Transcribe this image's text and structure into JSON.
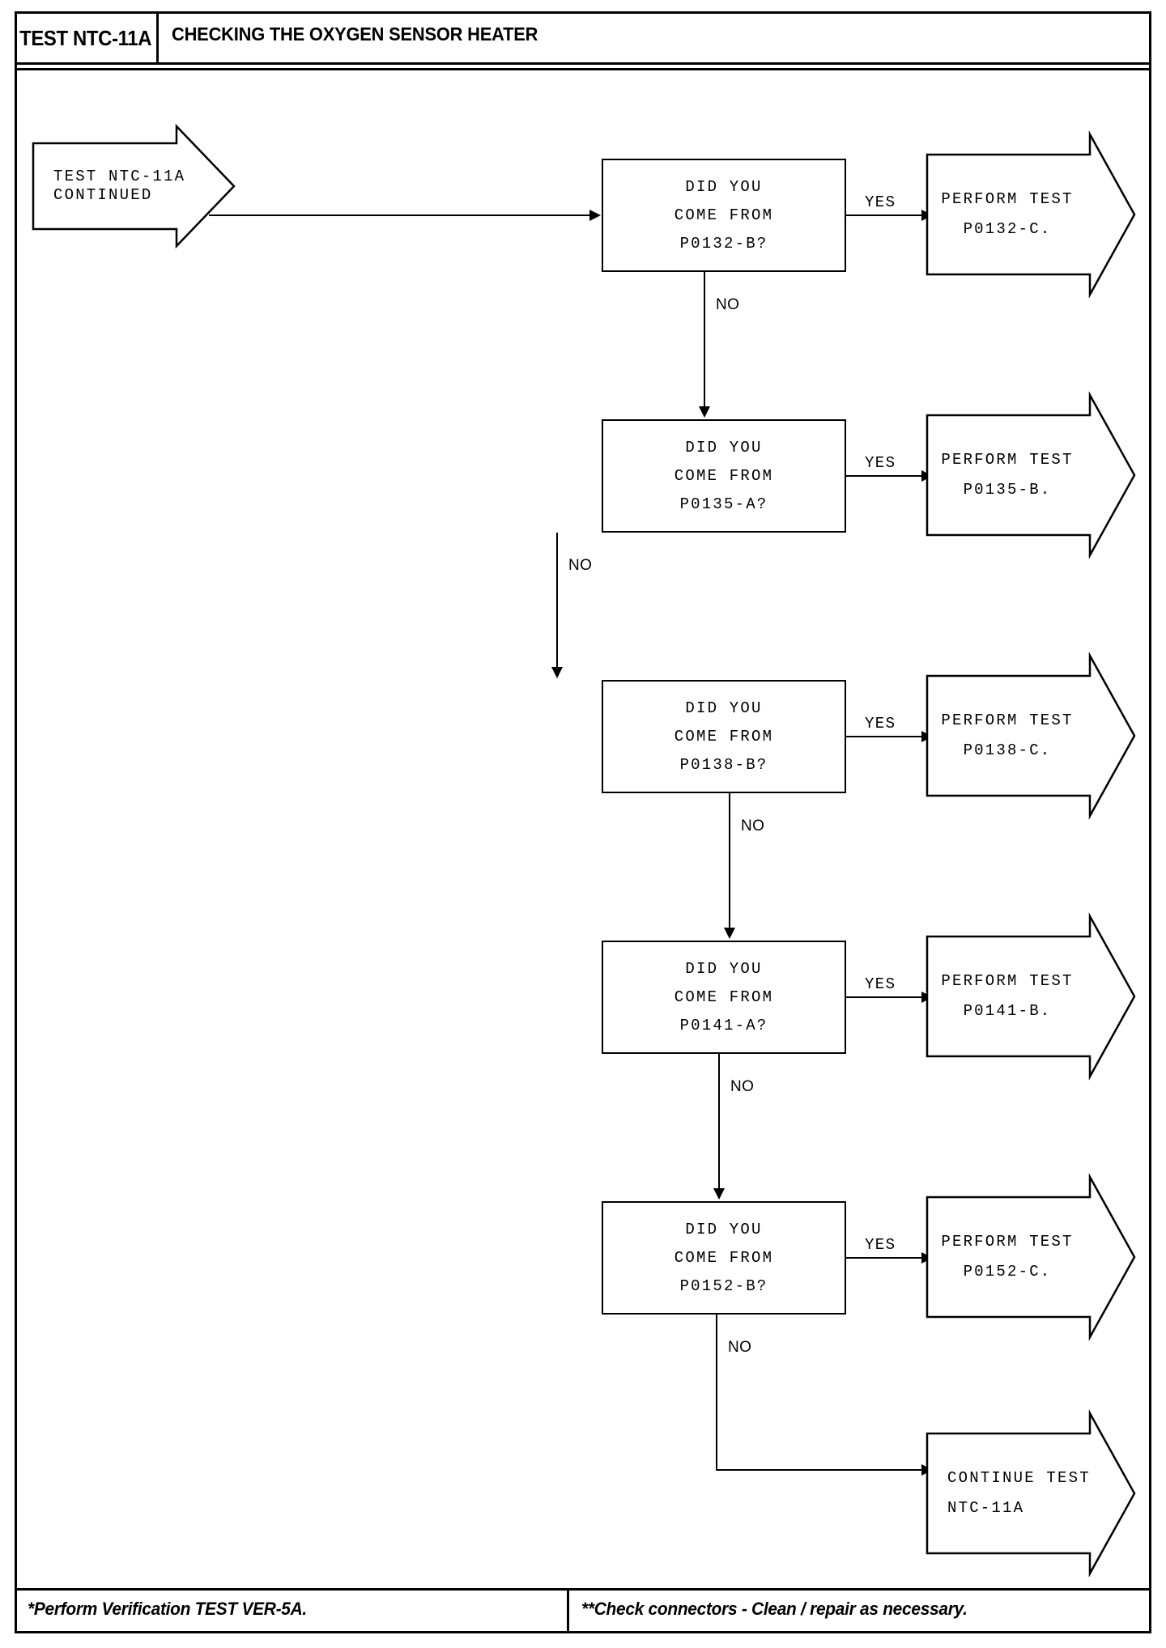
{
  "header": {
    "test_code": "TEST NTC-11A",
    "title": "CHECKING THE OXYGEN SENSOR HEATER"
  },
  "entry": {
    "line1": "TEST NTC-11A",
    "line2": "CONTINUED"
  },
  "branch_labels": {
    "yes": "YES",
    "no": "NO"
  },
  "steps": [
    {
      "question_line1": "DID YOU",
      "question_line2": "COME FROM",
      "question_line3": "P0132-B?",
      "yes_line1": "PERFORM TEST",
      "yes_line2": "P0132-C.",
      "yes_label": "YES",
      "no_label": "NO"
    },
    {
      "question_line1": "DID YOU",
      "question_line2": "COME FROM",
      "question_line3": "P0135-A?",
      "yes_line1": "PERFORM TEST",
      "yes_line2": "P0135-B.",
      "yes_label": "YES",
      "no_label": "NO"
    },
    {
      "question_line1": "DID YOU",
      "question_line2": "COME FROM",
      "question_line3": "P0138-B?",
      "yes_line1": "PERFORM TEST",
      "yes_line2": "P0138-C.",
      "yes_label": "YES",
      "no_label": "NO"
    },
    {
      "question_line1": "DID YOU",
      "question_line2": "COME FROM",
      "question_line3": "P0141-A?",
      "yes_line1": "PERFORM TEST",
      "yes_line2": "P0141-B.",
      "yes_label": "YES",
      "no_label": "NO"
    },
    {
      "question_line1": "DID YOU",
      "question_line2": "COME FROM",
      "question_line3": "P0152-B?",
      "yes_line1": "PERFORM TEST",
      "yes_line2": "P0152-C.",
      "yes_label": "YES",
      "no_label": "NO"
    }
  ],
  "terminal": {
    "line1": "CONTINUE TEST",
    "line2": "NTC-11A"
  },
  "footer": {
    "note_left": "*Perform Verification TEST VER-5A.",
    "note_right": "**Check connectors - Clean / repair as necessary."
  }
}
